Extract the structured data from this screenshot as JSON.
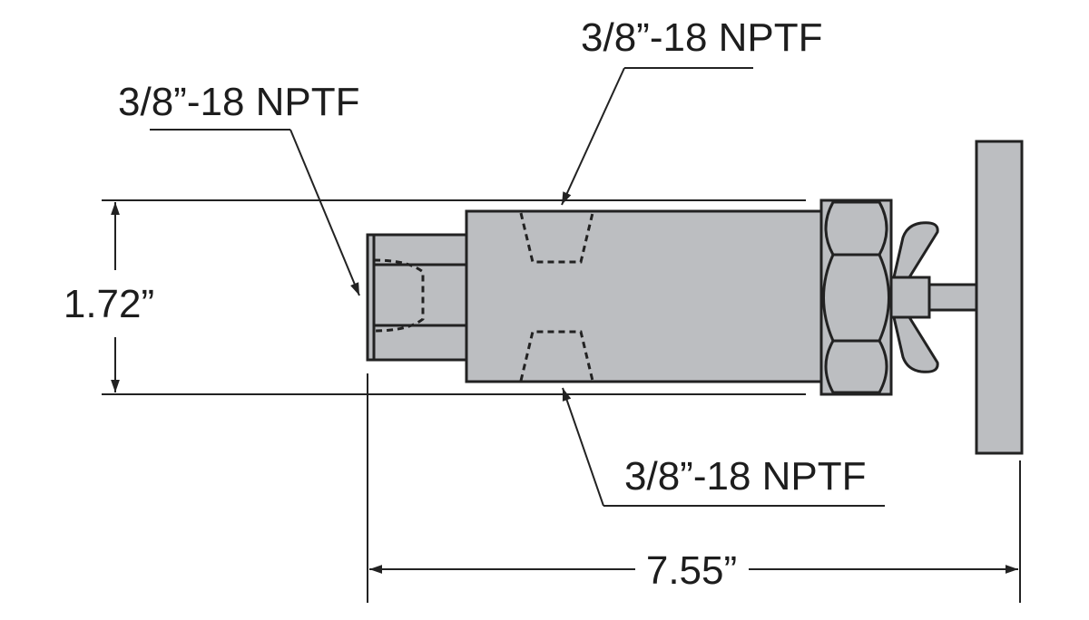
{
  "annotations": {
    "top_port": "3/8”-18 NPTF",
    "left_port": "3/8”-18 NPTF",
    "bottom_port": "3/8”-18 NPTF"
  },
  "dimensions": {
    "height": "1.72”",
    "length": "7.55”"
  },
  "colors": {
    "part_fill": "#bcbec1",
    "outline": "#222222"
  }
}
